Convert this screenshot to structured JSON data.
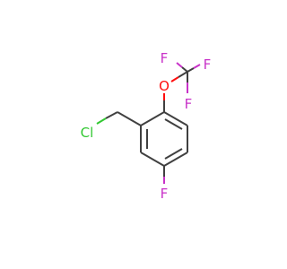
{
  "molecule": {
    "atoms": {
      "cl": {
        "label": "Cl",
        "color": "#32c832"
      },
      "o": {
        "label": "O",
        "color": "#ff0d0d"
      },
      "f1": {
        "label": "F",
        "color": "#c832c8"
      },
      "f2": {
        "label": "F",
        "color": "#c832c8"
      },
      "f3": {
        "label": "F",
        "color": "#c832c8"
      },
      "f4": {
        "label": "F",
        "color": "#c832c8"
      }
    },
    "bond_color": "#404040",
    "background": "#ffffff"
  }
}
